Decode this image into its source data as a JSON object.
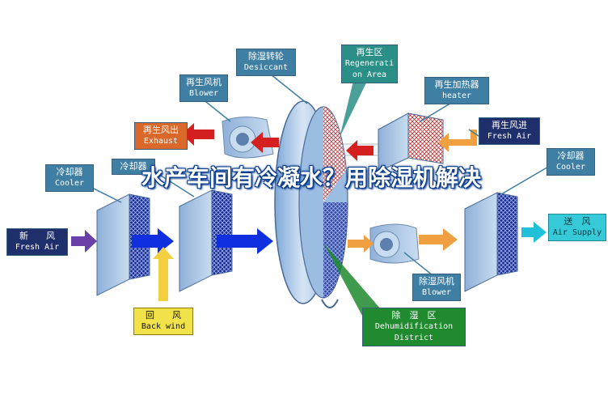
{
  "headline": "水产车间有冷凝水？用除湿机解决",
  "labels": {
    "desiccant_wheel": {
      "zh": "除湿转轮",
      "en": "Desiccant"
    },
    "regen_area": {
      "zh": "再生区",
      "en1": "Regenerati",
      "en2": "on Area"
    },
    "regen_blower": {
      "zh": "再生风机",
      "en": "Blower"
    },
    "regen_heater": {
      "zh": "再生加热器",
      "en": "heater"
    },
    "regen_exhaust": {
      "zh": "再生风出",
      "en": "Exhaust"
    },
    "regen_fresh_air": {
      "zh": "再生风进",
      "en": "Fresh Air"
    },
    "cooler_1": {
      "zh": "冷却器",
      "en": "Cooler"
    },
    "cooler_2": {
      "zh": "冷却器"
    },
    "cooler_3": {
      "zh": "冷却器",
      "en": "Cooler"
    },
    "fresh_air": {
      "zh": "新　　风",
      "en": "Fresh Air"
    },
    "air_supply": {
      "zh": "送　风",
      "en": "Air Supply"
    },
    "dehum_blower": {
      "zh": "除湿风机",
      "en": "Blower"
    },
    "back_wind": {
      "zh": "回　　风",
      "en": "Back wind"
    },
    "dehum_district": {
      "zh": "除　湿　区",
      "en1": "Dehumidification",
      "en2": "District"
    }
  },
  "colors": {
    "callout_blue": "#3f7fa3",
    "callout_navy": "#1f2f6b",
    "callout_orange": "#d9682a",
    "callout_teal": "#2a8f86",
    "callout_green": "#1f8a2e",
    "callout_yellow": "#f2e24a",
    "callout_cyan": "#36c9d8",
    "arrow_red": "#d42020",
    "arrow_orange": "#f0a040",
    "arrow_blue": "#1030e0",
    "arrow_purple": "#6a3fa8",
    "arrow_yellow": "#f2d040",
    "arrow_cyan": "#20c0d8",
    "unit_face": "#a9c6e8",
    "wheel_face": "#b8d4ee"
  }
}
